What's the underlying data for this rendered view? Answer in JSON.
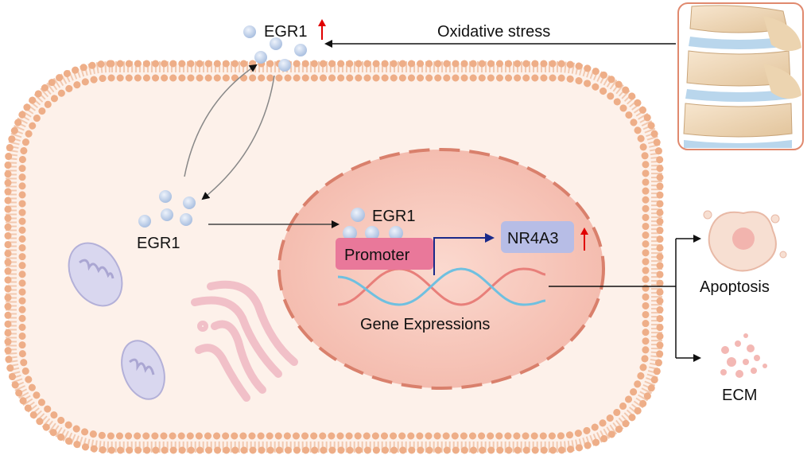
{
  "labels": {
    "egr1_outside": "EGR1",
    "oxidative_stress": "Oxidative stress",
    "egr1_cytoplasm": "EGR1",
    "egr1_nucleus": "EGR1",
    "promoter": "Promoter",
    "nr4a3": "NR4A3",
    "gene_expressions": "Gene Expressions",
    "apoptosis": "Apoptosis",
    "ecm": "ECM"
  },
  "colors": {
    "membrane": "#eeae88",
    "cytoplasm": "#fdf1ea",
    "nucleus": "#f6c2b6",
    "nucleus_border": "#d9806c",
    "promoter": "#e9789a",
    "nr4a3_box": "#b7bde6",
    "up_arrow": "#e00000",
    "dna_strand_a": "#e87f7a",
    "dna_strand_b": "#6fc0e0",
    "regulation_arrow": "#1a2a8a"
  },
  "icons": [
    "up-arrow-icon",
    "spine-image",
    "mitochondrion",
    "endoplasmic-reticulum",
    "apoptotic-cell",
    "ecm-fragments"
  ]
}
